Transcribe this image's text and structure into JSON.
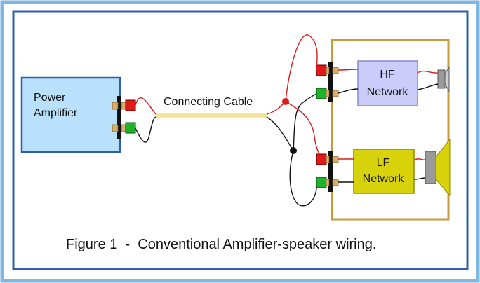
{
  "amplifier": {
    "line1": "Power",
    "line2": "Amplifier"
  },
  "cable": {
    "label": "Connecting Cable"
  },
  "hf_network": {
    "line1": "HF",
    "line2": "Network"
  },
  "lf_network": {
    "line1": "LF",
    "line2": "Network"
  },
  "caption": "Figure 1  -  Conventional Amplifier-speaker wiring.",
  "colors": {
    "frame_outer": "#7fb6e2",
    "frame_inner": "#2f5fa8",
    "amp_fill": "#b9e1fb",
    "amp_border": "#2f5fa8",
    "cabinet_border": "#c79a3c",
    "hf_fill": "#ccccfa",
    "hf_border": "#8a8ac8",
    "lf_fill": "#d7d20a",
    "lf_border": "#8e8a00",
    "tweeter_fill": "#9a9a9a",
    "woofer_cone": "#d7d20a",
    "wire_red": "#dd1b1b",
    "wire_black": "#111111",
    "terminal_red": "#e01919",
    "terminal_green": "#1bb32a",
    "cable_jacket": "#f6e9a8"
  }
}
